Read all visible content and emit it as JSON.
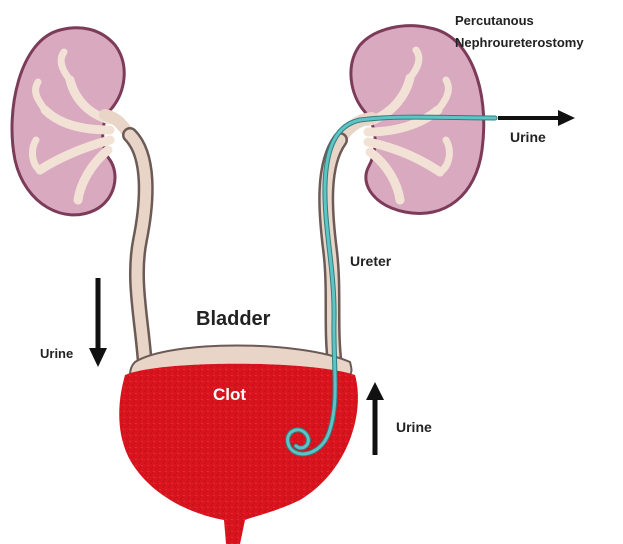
{
  "labels": {
    "procedure_line1": "Percutanous",
    "procedure_line2": "Nephroureterostomy",
    "urine_right_top": "Urine",
    "urine_left": "Urine",
    "urine_right_bottom": "Urine",
    "ureter": "Ureter",
    "bladder": "Bladder",
    "clot": "Clot"
  },
  "colors": {
    "kidney_fill": "#d8a9bf",
    "kidney_outline": "#7d3b5a",
    "medulla_fill": "#f2e2d6",
    "ureter_fill": "#e9d4c8",
    "ureter_outline": "#6b5a55",
    "catheter": "#5fc3c4",
    "clot_red": "#d9141f",
    "bladder_top": "#e9d4c8",
    "arrow": "#111111"
  }
}
